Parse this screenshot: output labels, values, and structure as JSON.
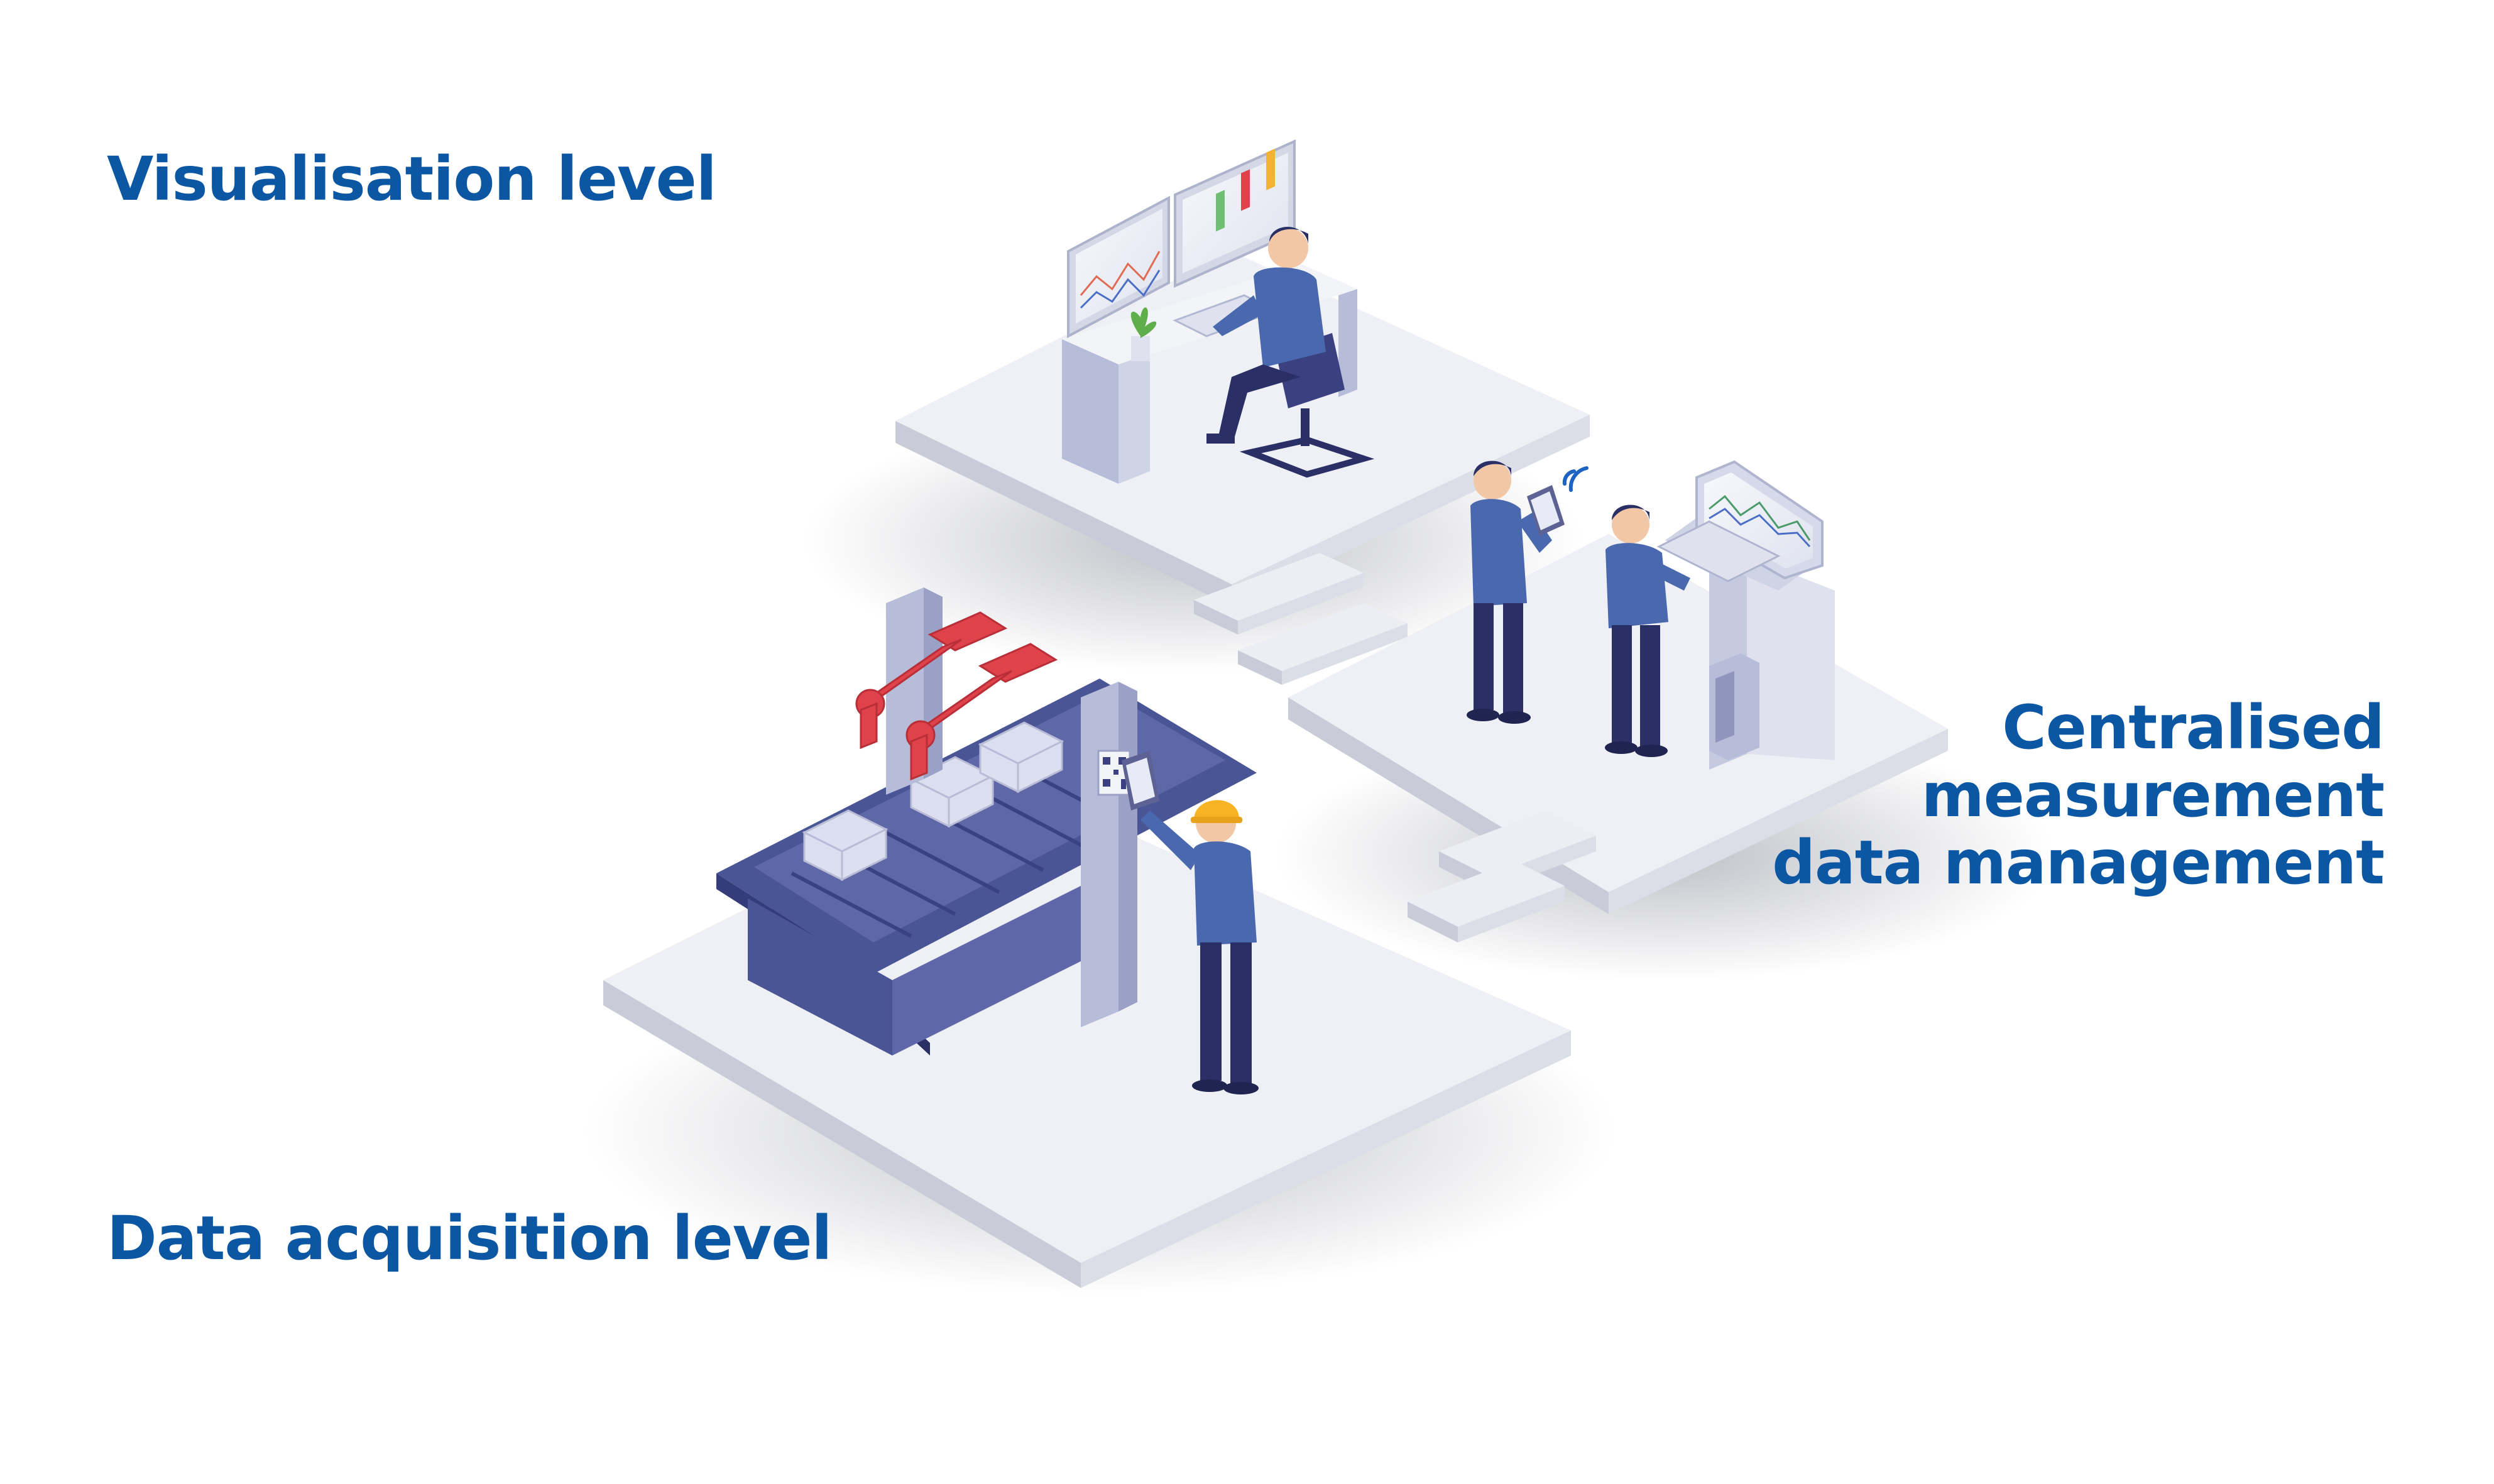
{
  "labels": {
    "visualisation": "Visualisation level",
    "centralised": [
      "Centralised",
      "measurement",
      "data management"
    ],
    "acquisition": "Data acquisition level"
  },
  "colors": {
    "label_text": "#0b57a4",
    "platform_top": "#eef0f5",
    "platform_side": "#c9ccd8",
    "machine": "#4a5596",
    "robot_arm": "#e0424c",
    "person_shirt": "#4968ad",
    "person_pants": "#2a2f66",
    "helmet": "#f6b323",
    "wifi": "#1e63c4"
  },
  "icons": [
    "workstation-icon",
    "tablet-icon",
    "wifi-icon",
    "control-terminal-icon",
    "robot-arm-icon",
    "conveyor-icon",
    "qr-scanner-icon",
    "hard-hat-icon",
    "plant-icon"
  ]
}
